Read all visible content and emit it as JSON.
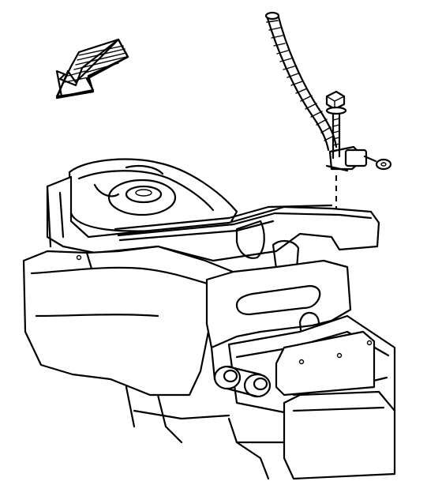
{
  "diagram": {
    "type": "technical-line-illustration",
    "ink_color": "#000000",
    "background_color": "#ffffff",
    "direction_indicator": "front-arrow-icon",
    "parts": [
      "wire-harness",
      "mounting-bolt",
      "sensor-connector",
      "spring-seat",
      "frame-rail",
      "suspension-bracket"
    ]
  }
}
